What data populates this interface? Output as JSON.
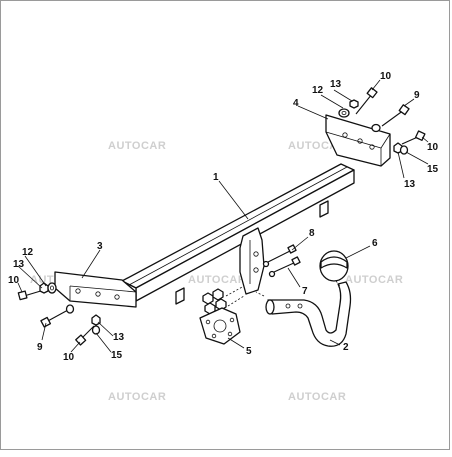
{
  "watermark": "AUTOCAR",
  "part_numbers": {
    "crossbar": "1",
    "ball_neck": "2",
    "left_bracket": "3",
    "right_bracket": "4",
    "socket_plate": "5",
    "ball_cap": "6",
    "neck_bolt_7": "7",
    "neck_bolt_8": "8",
    "bolt_9_right": "9",
    "bolt_9_left": "9",
    "bolt_10_right_top": "10",
    "bolt_10_right_side": "10",
    "bolt_10_left_top": "10",
    "bolt_10_left_bottom": "10",
    "washer_12_right": "12",
    "washer_12_left": "12",
    "nut_13_right_top": "13",
    "nut_13_right_bottom": "13",
    "nut_13_left_top": "13",
    "nut_13_left_bottom": "13",
    "washer_15_right": "15",
    "washer_15_left": "15"
  }
}
